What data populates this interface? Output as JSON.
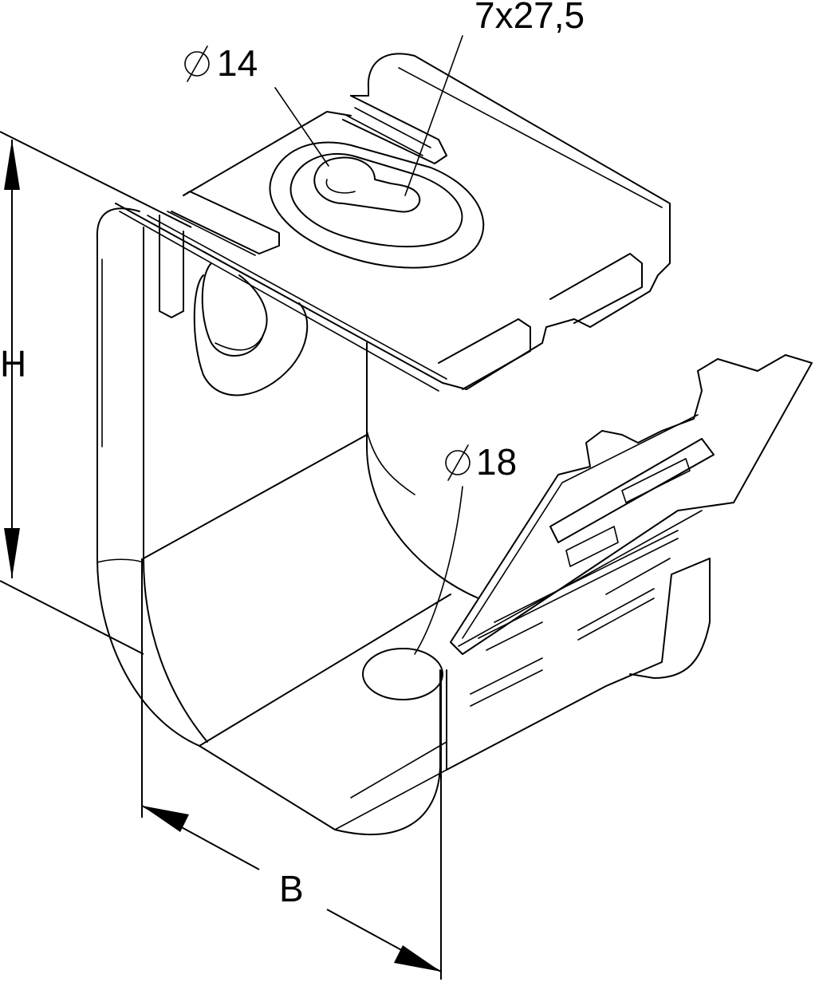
{
  "dimensions": {
    "slot": "7x27,5",
    "hole_top": "14",
    "hole_bottom": "18",
    "height": "H",
    "width": "B"
  },
  "icons": {
    "diameter": "diameter-symbol"
  }
}
